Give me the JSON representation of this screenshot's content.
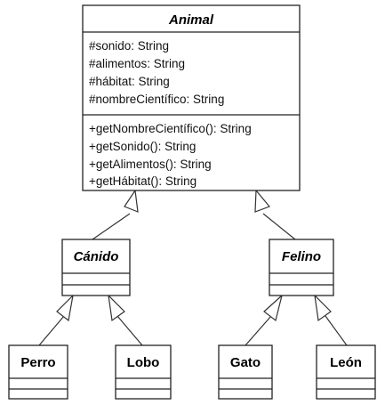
{
  "classes": {
    "animal": {
      "name": "Animal",
      "attributes": [
        "#sonido: String",
        "#alimentos: String",
        "#hábitat: String",
        "#nombreCientífico: String"
      ],
      "methods": [
        "+getNombreCientífico(): String",
        "+getSonido(): String",
        "+getAlimentos(): String",
        "+getHábitat(): String"
      ]
    },
    "canido": {
      "name": "Cánido"
    },
    "felino": {
      "name": "Felino"
    },
    "perro": {
      "name": "Perro"
    },
    "lobo": {
      "name": "Lobo"
    },
    "gato": {
      "name": "Gato"
    },
    "leon": {
      "name": "León"
    }
  }
}
